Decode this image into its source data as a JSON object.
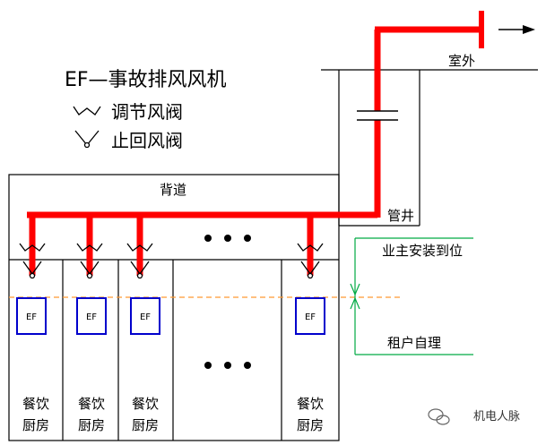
{
  "legend": {
    "ef_definition": "EF—事故排风风机",
    "damper_label": "调节风阀",
    "check_valve_label": "止回风阀"
  },
  "labels": {
    "outdoor": "室外",
    "back_corridor": "背道",
    "pipe_shaft": "管井",
    "owner_installed": "业主安装到位",
    "tenant_self": "租户自理"
  },
  "units": [
    {
      "fan": "EF",
      "room_line1": "餐饮",
      "room_line2": "厨房"
    },
    {
      "fan": "EF",
      "room_line1": "餐饮",
      "room_line2": "厨房"
    },
    {
      "fan": "EF",
      "room_line1": "餐饮",
      "room_line2": "厨房"
    },
    {
      "fan": "EF",
      "room_line1": "餐饮",
      "room_line2": "厨房"
    }
  ],
  "watermark": {
    "text": "机电人脉"
  },
  "colors": {
    "duct": "#ff0000",
    "fan_box": "#0000cc",
    "boundary_line": "#ff9933",
    "dimension": "#00aa44",
    "structure": "#000000"
  }
}
